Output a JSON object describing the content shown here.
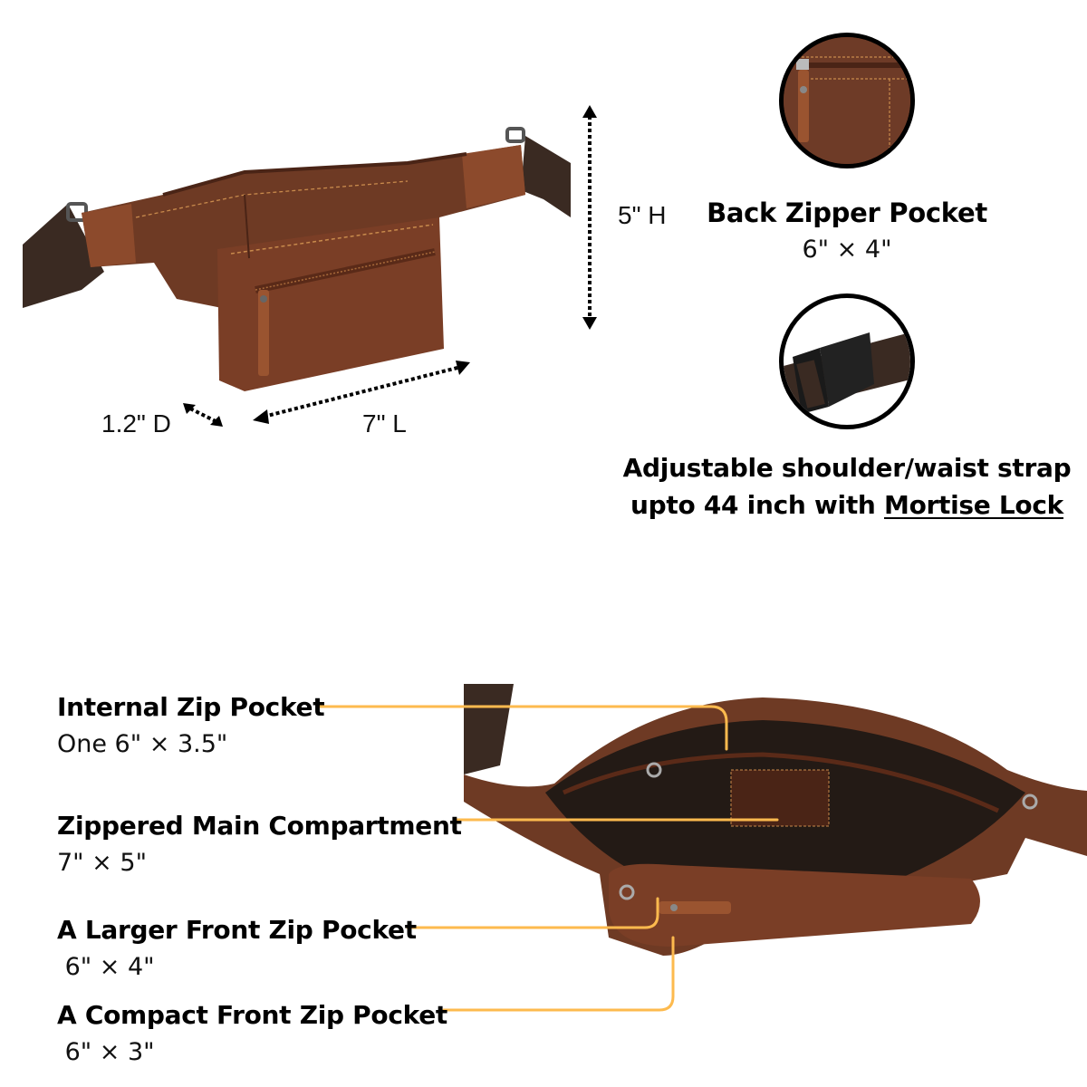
{
  "dimensions": {
    "height": "5\" H",
    "depth": "1.2\" D",
    "length": "7\" L"
  },
  "back_pocket": {
    "title": "Back Zipper Pocket",
    "size": "6\" × 4\""
  },
  "strap": {
    "line1": "Adjustable shoulder/waist strap",
    "line2_prefix": "upto 44 inch with ",
    "line2_link": "Mortise Lock "
  },
  "features": [
    {
      "title": "Internal Zip Pocket",
      "size": "One 6\" × 3.5\""
    },
    {
      "title": "Zippered Main Compartment",
      "size": "7\" × 5\""
    },
    {
      "title": "A Larger Front Zip Pocket",
      "size": " 6\" × 4\""
    },
    {
      "title": "A Compact Front Zip Pocket",
      "size": " 6\" × 3\""
    }
  ],
  "colors": {
    "callout_line": "#FDBA4E",
    "leather": "#7A3E26",
    "strap": "#3A2A22"
  }
}
